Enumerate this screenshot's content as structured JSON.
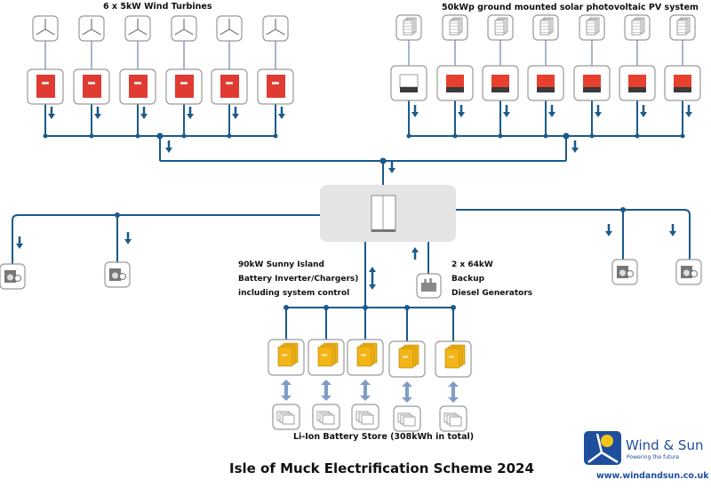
{
  "labels": {
    "wind_title": "6 x 5kW Wind Turbines",
    "pv_title": "50kWp ground  mounted solar photovoltaic PV system",
    "sunny_island": [
      "90kW Sunny Island",
      "Battery Inverter/Chargers)",
      "including system control"
    ],
    "generators": [
      "2 x 64kW",
      "Backup",
      "Diesel  Generators"
    ],
    "battery_store": "Li-Ion Battery Store (308kWh in total)",
    "main_title": "Isle of Muck Electrification Scheme 2024"
  },
  "branding": {
    "name": "Wind & Sun",
    "tagline": "Powering the future",
    "url": "www.windandsun.co.uk"
  },
  "components": {
    "wind_turbines": {
      "count": 6,
      "icon": "wind-turbine-icon",
      "inverter_icon": "wind-inverter-icon"
    },
    "pv_arrays": {
      "count": 7,
      "icon": "solar-panel-icon",
      "inverter_icon": "pv-inverter-icon",
      "inverter_variants": [
        "white",
        "red",
        "red",
        "red",
        "red",
        "red",
        "red"
      ]
    },
    "distribution_board": {
      "icon": "distribution-cabinet-icon"
    },
    "loads": {
      "count": 4,
      "icon": "household-load-icon"
    },
    "generator": {
      "icon": "diesel-generator-icon"
    },
    "battery_inverters": {
      "count": 5,
      "icon": "battery-inverter-icon"
    },
    "batteries": {
      "count": 5,
      "icon": "battery-icon"
    }
  },
  "colors": {
    "line": "#1b5a8a",
    "grey_line": "#6f86a8",
    "wind_inverter": "#e03a33",
    "pv_inverter": "#e8402e",
    "battery_inverter": "#f2b417",
    "battery_arrow": "#7e9cc6",
    "hub": "#e4e4e4",
    "brand": "#1f4e9c"
  }
}
